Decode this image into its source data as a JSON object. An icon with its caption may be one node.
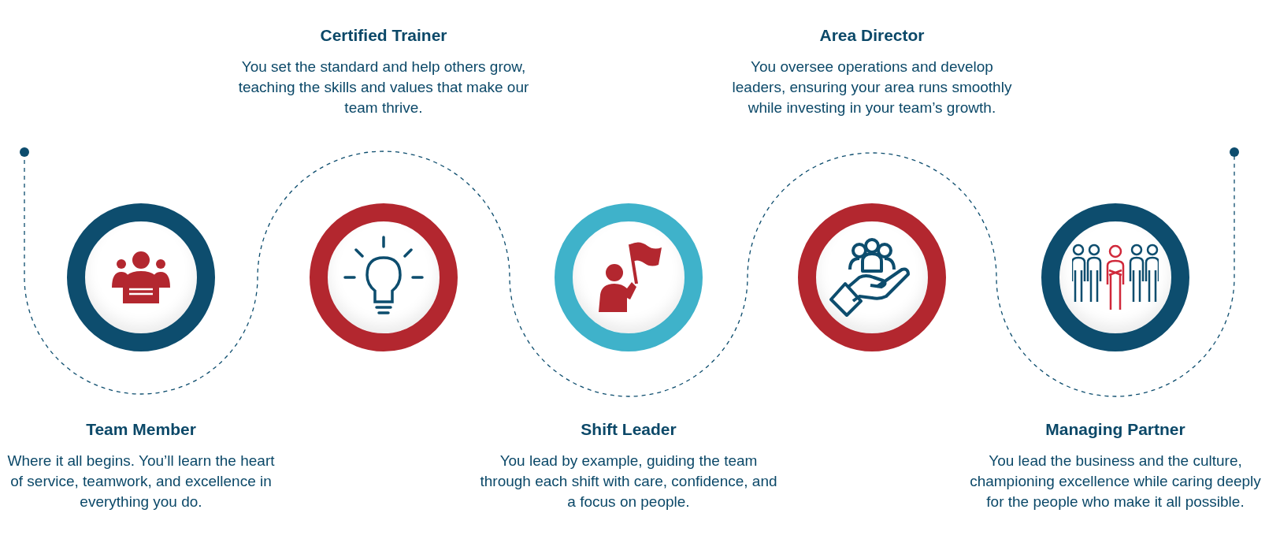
{
  "diagram": {
    "nodes": [
      {
        "text": [],
        "shape": "circle"
      },
      {
        "text": [
          "Team Member",
          "Where it all begins. You’ll learn the heart of service, teamwork, and excellence in everything you do."
        ]
      },
      {
        "text": [
          "Certified Trainer",
          "You set the standard and help others grow, teaching the skills and values that make our team thrive."
        ]
      },
      {
        "text": [],
        "shape": "circle"
      },
      {
        "text": [],
        "shape": "circle"
      },
      {
        "text": [
          "Shift Leader",
          "You lead by example, guiding the team through each shift with care, confidence, and a focus on people."
        ]
      },
      {
        "text": [
          "Area Director",
          "You oversee operations and develop leaders, ensuring your area runs smoothly while investing in your team’s growth."
        ]
      },
      {
        "text": [],
        "shape": "circle"
      },
      {
        "text": [],
        "shape": "circle"
      },
      {
        "text": [
          "Managing Partner",
          "You lead the business and the culture, championing excellence while caring deeply for the people who make it all possible."
        ]
      }
    ]
  }
}
